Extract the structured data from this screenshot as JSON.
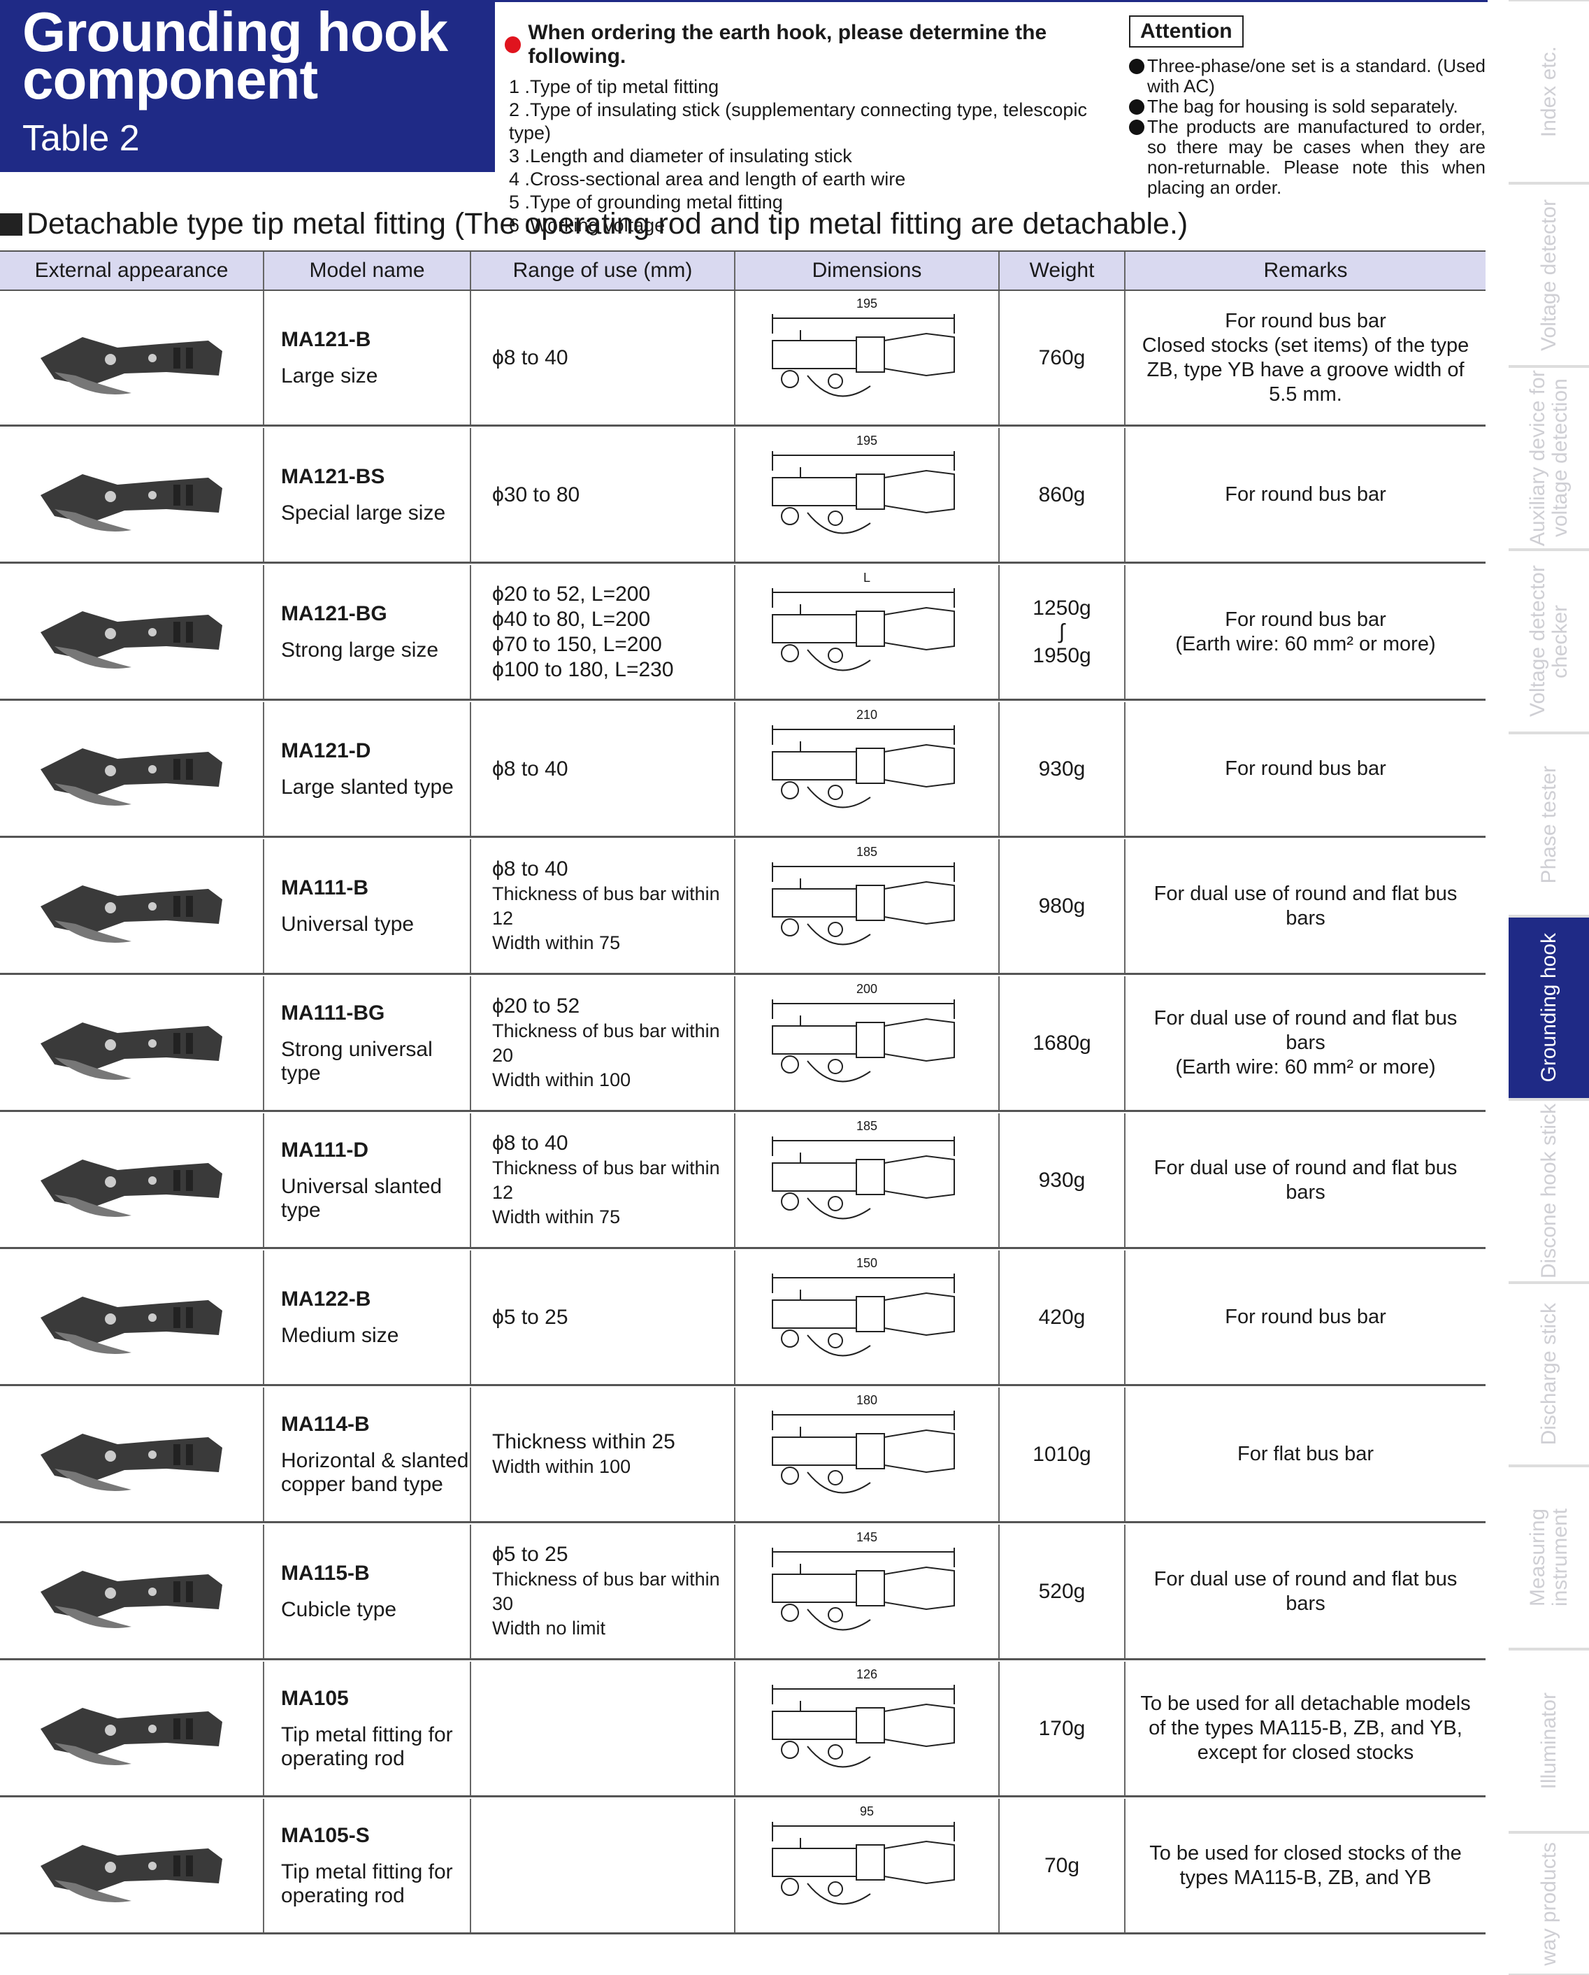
{
  "header": {
    "title_line1": "Grounding hook",
    "title_line2": "component",
    "subtitle": "Table 2"
  },
  "ordering": {
    "heading": "When ordering the earth hook, please determine the following.",
    "items": [
      "1 .Type of tip metal fitting",
      "2 .Type of insulating stick (supplementary connecting type, telescopic type)",
      "3 .Length and diameter of insulating stick",
      "4 .Cross-sectional area and length of earth wire",
      "5 .Type of grounding metal fitting",
      "6 .Working voltage"
    ]
  },
  "attention": {
    "label": "Attention",
    "items": [
      "Three-phase/one set is a standard. (Used with AC)",
      "The bag for housing is sold separately.",
      "The products are manufactured to order, so there may be cases when they are non-returnable. Please note this when placing an order."
    ]
  },
  "section_title": "Detachable type tip metal fitting (The operating rod and tip metal fitting are detachable.)",
  "table": {
    "headers": [
      "External appearance",
      "Model name",
      "Range of use (mm)",
      "Dimensions",
      "Weight",
      "Remarks"
    ],
    "rows": [
      {
        "model": "MA121-B",
        "desc": "Large size",
        "range_main": "ϕ8 to 40",
        "range_l2": "",
        "range_l3": "",
        "range_l4": "",
        "weight": "760g",
        "remarks": "For round bus bar\nClosed stocks (set items) of the type ZB, type YB have a groove width of 5.5 mm.",
        "dim": "195"
      },
      {
        "model": "MA121-BS",
        "desc": "Special large size",
        "range_main": "ϕ30 to 80",
        "range_l2": "",
        "range_l3": "",
        "range_l4": "",
        "weight": "860g",
        "remarks": "For round bus bar",
        "dim": "195"
      },
      {
        "model": "MA121-BG",
        "desc": "Strong large size",
        "range_main": "ϕ20 to 52,        L=200",
        "range_l2": "ϕ40 to 80,        L=200",
        "range_l3": "ϕ70 to 150,      L=200",
        "range_l4": "ϕ100 to 180,    L=230",
        "weight": "1250g\n∫\n1950g",
        "remarks": "For round bus bar\n(Earth wire: 60 mm² or more)",
        "dim": "L"
      },
      {
        "model": "MA121-D",
        "desc": "Large slanted type",
        "range_main": "ϕ8 to 40",
        "range_l2": "",
        "range_l3": "",
        "range_l4": "",
        "weight": "930g",
        "remarks": "For round bus bar",
        "dim": "210"
      },
      {
        "model": "MA111-B",
        "desc": "Universal type",
        "range_main": "ϕ8 to 40",
        "range_l2": "Thickness of bus bar within 12",
        "range_l3": "Width within 75",
        "range_l4": "",
        "weight": "980g",
        "remarks": "For dual use of round and flat bus bars",
        "dim": "185"
      },
      {
        "model": "MA111-BG",
        "desc": "Strong universal type",
        "range_main": "ϕ20 to 52",
        "range_l2": "Thickness of bus bar within 20",
        "range_l3": "Width within 100",
        "range_l4": "",
        "weight": "1680g",
        "remarks": "For dual use of round and flat bus bars\n(Earth wire: 60 mm² or more)",
        "dim": "200"
      },
      {
        "model": "MA111-D",
        "desc": "Universal slanted type",
        "range_main": "ϕ8 to 40",
        "range_l2": "Thickness of bus bar within 12",
        "range_l3": "Width within 75",
        "range_l4": "",
        "weight": "930g",
        "remarks": "For dual use of round and flat bus bars",
        "dim": "185"
      },
      {
        "model": "MA122-B",
        "desc": "Medium size",
        "range_main": "ϕ5 to 25",
        "range_l2": "",
        "range_l3": "",
        "range_l4": "",
        "weight": "420g",
        "remarks": "For round bus bar",
        "dim": "150"
      },
      {
        "model": "MA114-B",
        "desc": "Horizontal & slanted copper band type",
        "range_main": "Thickness within 25",
        "range_l2": "Width within 100",
        "range_l3": "",
        "range_l4": "",
        "weight": "1010g",
        "remarks": "For flat bus bar",
        "dim": "180"
      },
      {
        "model": "MA115-B",
        "desc": "Cubicle type",
        "range_main": "ϕ5 to 25",
        "range_l2": "Thickness of bus bar within 30",
        "range_l3": "Width no limit",
        "range_l4": "",
        "weight": "520g",
        "remarks": "For dual use of round and flat bus bars",
        "dim": "145"
      },
      {
        "model": "MA105",
        "desc": "Tip metal fitting for operating rod",
        "range_main": "",
        "range_l2": "",
        "range_l3": "",
        "range_l4": "",
        "weight": "170g",
        "remarks": "To be used for all detachable models of the types MA115-B, ZB, and YB, except for closed stocks",
        "dim": "126"
      },
      {
        "model": "MA105-S",
        "desc": "Tip metal fitting for operating rod",
        "range_main": "",
        "range_l2": "",
        "range_l3": "",
        "range_l4": "",
        "weight": "70g",
        "remarks": "To be used for closed stocks of the types MA115-B, ZB, and YB",
        "dim": "95"
      }
    ]
  },
  "sidebar": {
    "tabs": [
      {
        "label": "Index etc.",
        "active": false
      },
      {
        "label": "Voltage detector",
        "active": false
      },
      {
        "label": "Auxiliary device for voltage detection",
        "active": false
      },
      {
        "label": "Voltage detector checker",
        "active": false
      },
      {
        "label": "Phase tester",
        "active": false
      },
      {
        "label": "Grounding hook",
        "active": true
      },
      {
        "label": "Discone hook stick",
        "active": false
      },
      {
        "label": "Discharge stick",
        "active": false
      },
      {
        "label": "Measuring instrument",
        "active": false
      },
      {
        "label": "Illuminator",
        "active": false
      },
      {
        "label": "way products",
        "active": false
      }
    ]
  },
  "colors": {
    "brand": "#1f2a86",
    "header_bg": "#d9d9f0",
    "red": "#e0141e"
  }
}
